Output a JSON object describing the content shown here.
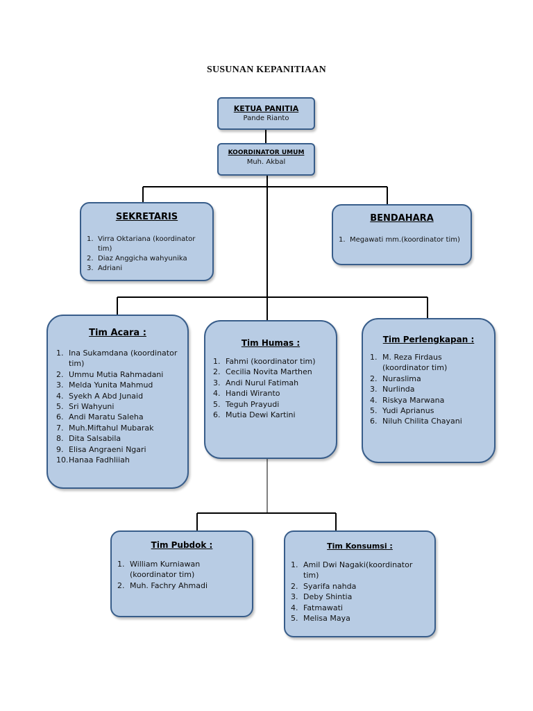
{
  "title": "SUSUNAN KEPANITIAAN",
  "ketua": {
    "heading": "KETUA PANITIA",
    "name": "Pande Rianto"
  },
  "koordinator": {
    "heading": "KOORDINATOR UMUM",
    "name": "Muh. Akbal"
  },
  "sekretaris": {
    "heading": "SEKRETARIS",
    "members": [
      {
        "num": "1.",
        "name": "Virra Oktariana (koordinator tim)"
      },
      {
        "num": "2.",
        "name": "Diaz Anggicha wahyunika"
      },
      {
        "num": "3.",
        "name": "Adriani"
      }
    ]
  },
  "bendahara": {
    "heading": "BENDAHARA",
    "members": [
      {
        "num": "1.",
        "name": "Megawati mm.(koordinator tim)"
      }
    ]
  },
  "acara": {
    "heading": "Tim Acara :",
    "members": [
      {
        "num": "1.",
        "name": "Ina Sukamdana (koordinator tim)"
      },
      {
        "num": "2.",
        "name": "Ummu Mutia Rahmadani"
      },
      {
        "num": "3.",
        "name": "Melda Yunita Mahmud"
      },
      {
        "num": "4.",
        "name": "Syekh A Abd Junaid"
      },
      {
        "num": "5.",
        "name": "Sri Wahyuni"
      },
      {
        "num": "6.",
        "name": "Andi Maratu Saleha"
      },
      {
        "num": "7.",
        "name": "Muh.Miftahul Mubarak"
      },
      {
        "num": "8.",
        "name": "Dita Salsabila"
      },
      {
        "num": "9.",
        "name": "Elisa Angraeni Ngari"
      },
      {
        "num": "10.",
        "name": "Hanaa Fadhliiah"
      }
    ]
  },
  "humas": {
    "heading": "Tim Humas :",
    "members": [
      {
        "num": "1.",
        "name": "Fahmi (koordinator tim)"
      },
      {
        "num": "2.",
        "name": "Cecilia Novita Marthen"
      },
      {
        "num": "3.",
        "name": "Andi Nurul Fatimah"
      },
      {
        "num": "4.",
        "name": "Handi Wiranto"
      },
      {
        "num": "5.",
        "name": "Teguh Prayudi"
      },
      {
        "num": "6.",
        "name": "Mutia Dewi Kartini"
      }
    ]
  },
  "perlengkapan": {
    "heading": "Tim Perlengkapan :",
    "members": [
      {
        "num": "1.",
        "name": "M. Reza Firdaus (koordinator tim)"
      },
      {
        "num": "2.",
        "name": "Nuraslima"
      },
      {
        "num": "3.",
        "name": "Nurlinda"
      },
      {
        "num": "4.",
        "name": "Riskya Marwana"
      },
      {
        "num": "5.",
        "name": "Yudi Aprianus"
      },
      {
        "num": "6.",
        "name": "Niluh Chilita Chayani"
      }
    ]
  },
  "pubdok": {
    "heading": "Tim Pubdok :",
    "members": [
      {
        "num": "1.",
        "name": "William Kurniawan (koordinator tim)"
      },
      {
        "num": "2.",
        "name": "Muh. Fachry Ahmadi"
      }
    ]
  },
  "konsumsi": {
    "heading": "Tim Konsumsi :",
    "members": [
      {
        "num": "1.",
        "name": "Amil Dwi Nagaki(koordinator tim)"
      },
      {
        "num": "2.",
        "name": "Syarifa nahda"
      },
      {
        "num": "3.",
        "name": "Deby Shintia"
      },
      {
        "num": "4.",
        "name": "Fatmawati"
      },
      {
        "num": "5.",
        "name": "Melisa Maya"
      }
    ]
  }
}
